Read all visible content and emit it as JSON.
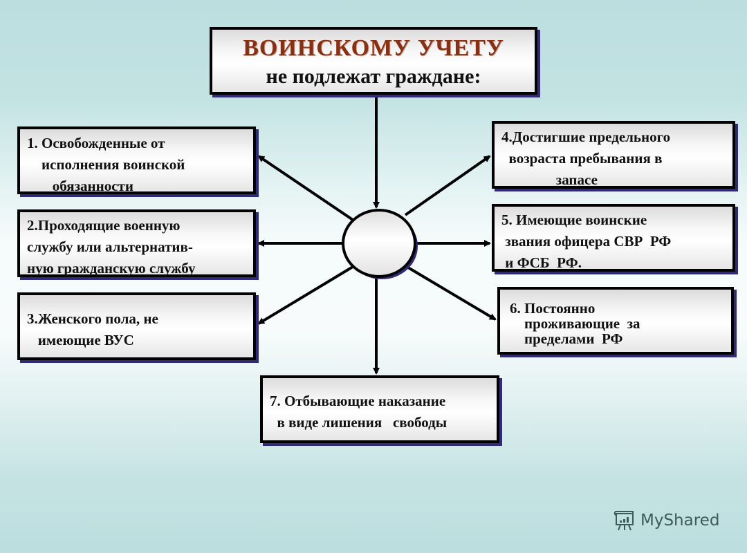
{
  "title": {
    "line1": "ВОИНСКОМУ  УЧЕТУ",
    "line2": "не подлежат граждане:"
  },
  "categories": [
    {
      "id": 1,
      "lines": [
        "1. Освобожденные от",
        "    исполнения воинской",
        "       обязанности"
      ]
    },
    {
      "id": 2,
      "lines": [
        "2.Проходящие военную",
        "службу или альтернатив-",
        "ную гражданскую службу"
      ]
    },
    {
      "id": 3,
      "lines": [
        "3.Женского пола, не",
        "   имеющие ВУС"
      ]
    },
    {
      "id": 4,
      "lines": [
        "4.Достигшие предельного",
        "  возраста пребывания в",
        "               запасе"
      ]
    },
    {
      "id": 5,
      "lines": [
        "5. Имеющие воинские",
        " звания офицера СВР  РФ",
        " и ФСБ  РФ."
      ]
    },
    {
      "id": 6,
      "lines": [
        "6. Постоянно",
        "    проживающие  за",
        "    пределами  РФ"
      ]
    },
    {
      "id": 7,
      "lines": [
        "7. Отбывающие наказание",
        "  в виде лишения   свободы"
      ]
    }
  ],
  "hub": {
    "label": ""
  },
  "watermark": {
    "text": "MyShared",
    "icon": "presentation-board-icon"
  },
  "colors": {
    "title_accent": "#8b2f12",
    "box_border": "#000000",
    "box_shadow": "#2f2a7a",
    "background_top": "#bcdedf",
    "background_mid": "#f7fbfb"
  }
}
